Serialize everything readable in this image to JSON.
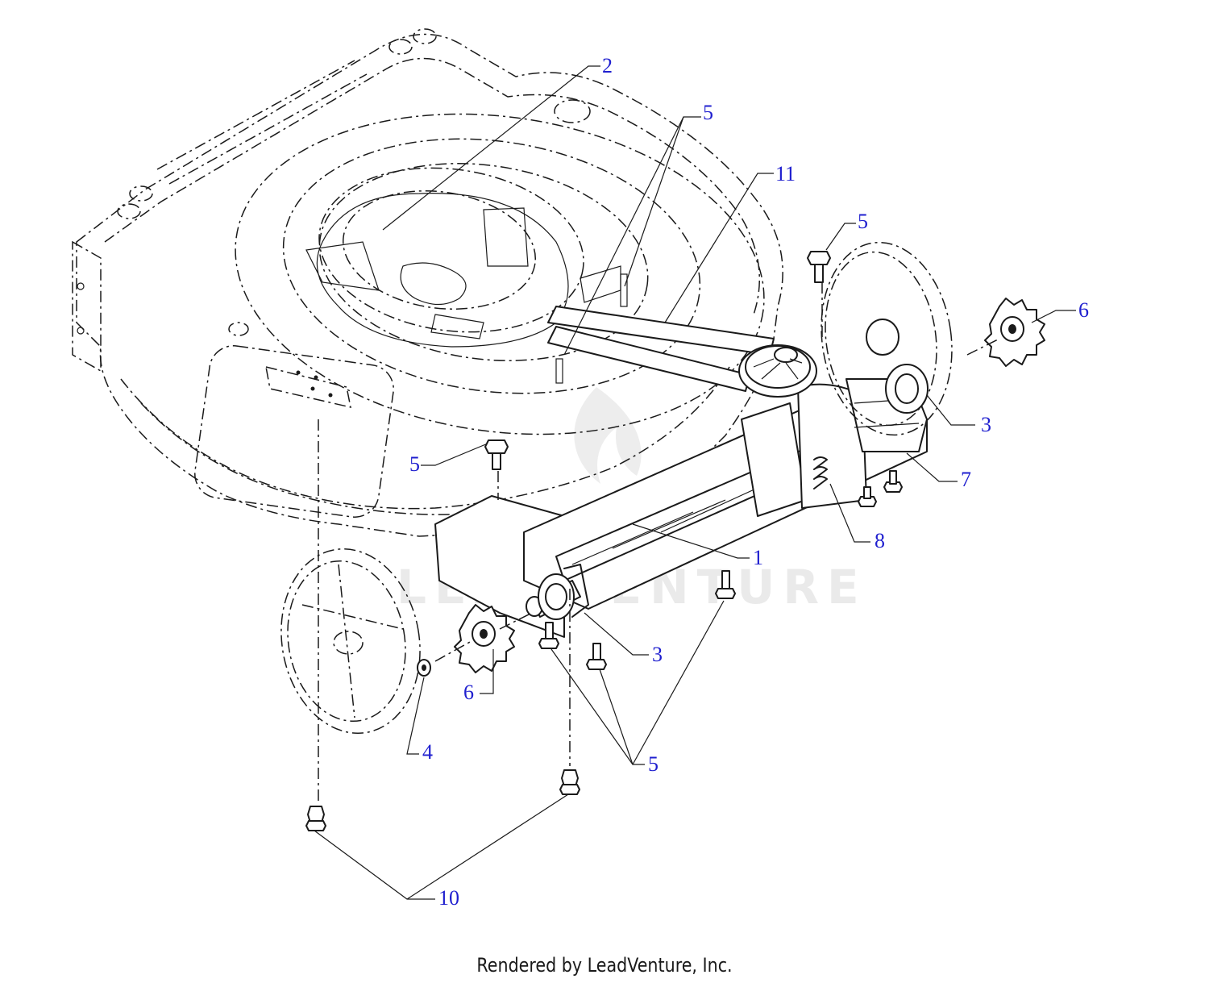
{
  "watermark": {
    "text": "LEADVENTURE"
  },
  "callouts": [
    {
      "id": "callout-2-blade-adapter",
      "label": "2"
    },
    {
      "id": "callout-5-deck-studs",
      "label": "5"
    },
    {
      "id": "callout-11-belt",
      "label": "11"
    },
    {
      "id": "callout-5-upper-bolt",
      "label": "5"
    },
    {
      "id": "callout-6-right-pinion",
      "label": "6"
    },
    {
      "id": "callout-3-right-bushing",
      "label": "3"
    },
    {
      "id": "callout-7-transmission",
      "label": "7"
    },
    {
      "id": "callout-5-center-bolt",
      "label": "5"
    },
    {
      "id": "callout-8-spring",
      "label": "8"
    },
    {
      "id": "callout-1-axle",
      "label": "1"
    },
    {
      "id": "callout-3-left-bushing",
      "label": "3"
    },
    {
      "id": "callout-6-left-pinion",
      "label": "6"
    },
    {
      "id": "callout-4-wheel-screw",
      "label": "4"
    },
    {
      "id": "callout-5-lower-bolts",
      "label": "5"
    },
    {
      "id": "callout-10-shoulder-screws",
      "label": "10"
    }
  ],
  "footer": {
    "text": "Rendered by LeadVenture, Inc."
  }
}
